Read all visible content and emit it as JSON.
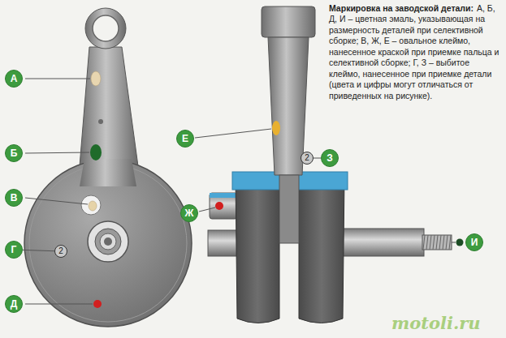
{
  "diagram": {
    "nodes": [
      {
        "text": [
          "А"
        ]
      },
      {
        "text": [
          "Б"
        ]
      },
      {
        "text": [
          "В"
        ]
      },
      {
        "text": [
          "Г"
        ]
      },
      {
        "text": [
          "2"
        ]
      },
      {
        "text": [
          "Д"
        ]
      },
      {
        "text": [
          "Е"
        ]
      },
      {
        "text": [
          "Ж"
        ]
      },
      {
        "text": [
          "2"
        ]
      },
      {
        "text": [
          "З"
        ]
      },
      {
        "text": [
          "И"
        ]
      }
    ],
    "edges": [
      {
        "from": 3,
        "to": 4,
        "arrow": "none"
      },
      {
        "from": 9,
        "to": 8,
        "arrow": "none"
      }
    ],
    "labels": [
      "Маркировка на заводской детали:",
      "А, Б, Д, И – цветная эмаль, указывающая на размерность деталей при селективной сборке; В, Ж, Е – овальное клеймо, нанесенное краской при приемке пальца и селективной сборке; Г, З – выбитое клеймо, нанесенное при приемке детали (цвета и цифры могут отличаться от приведенных на рисунке).",
      "motoli.ru"
    ]
  }
}
